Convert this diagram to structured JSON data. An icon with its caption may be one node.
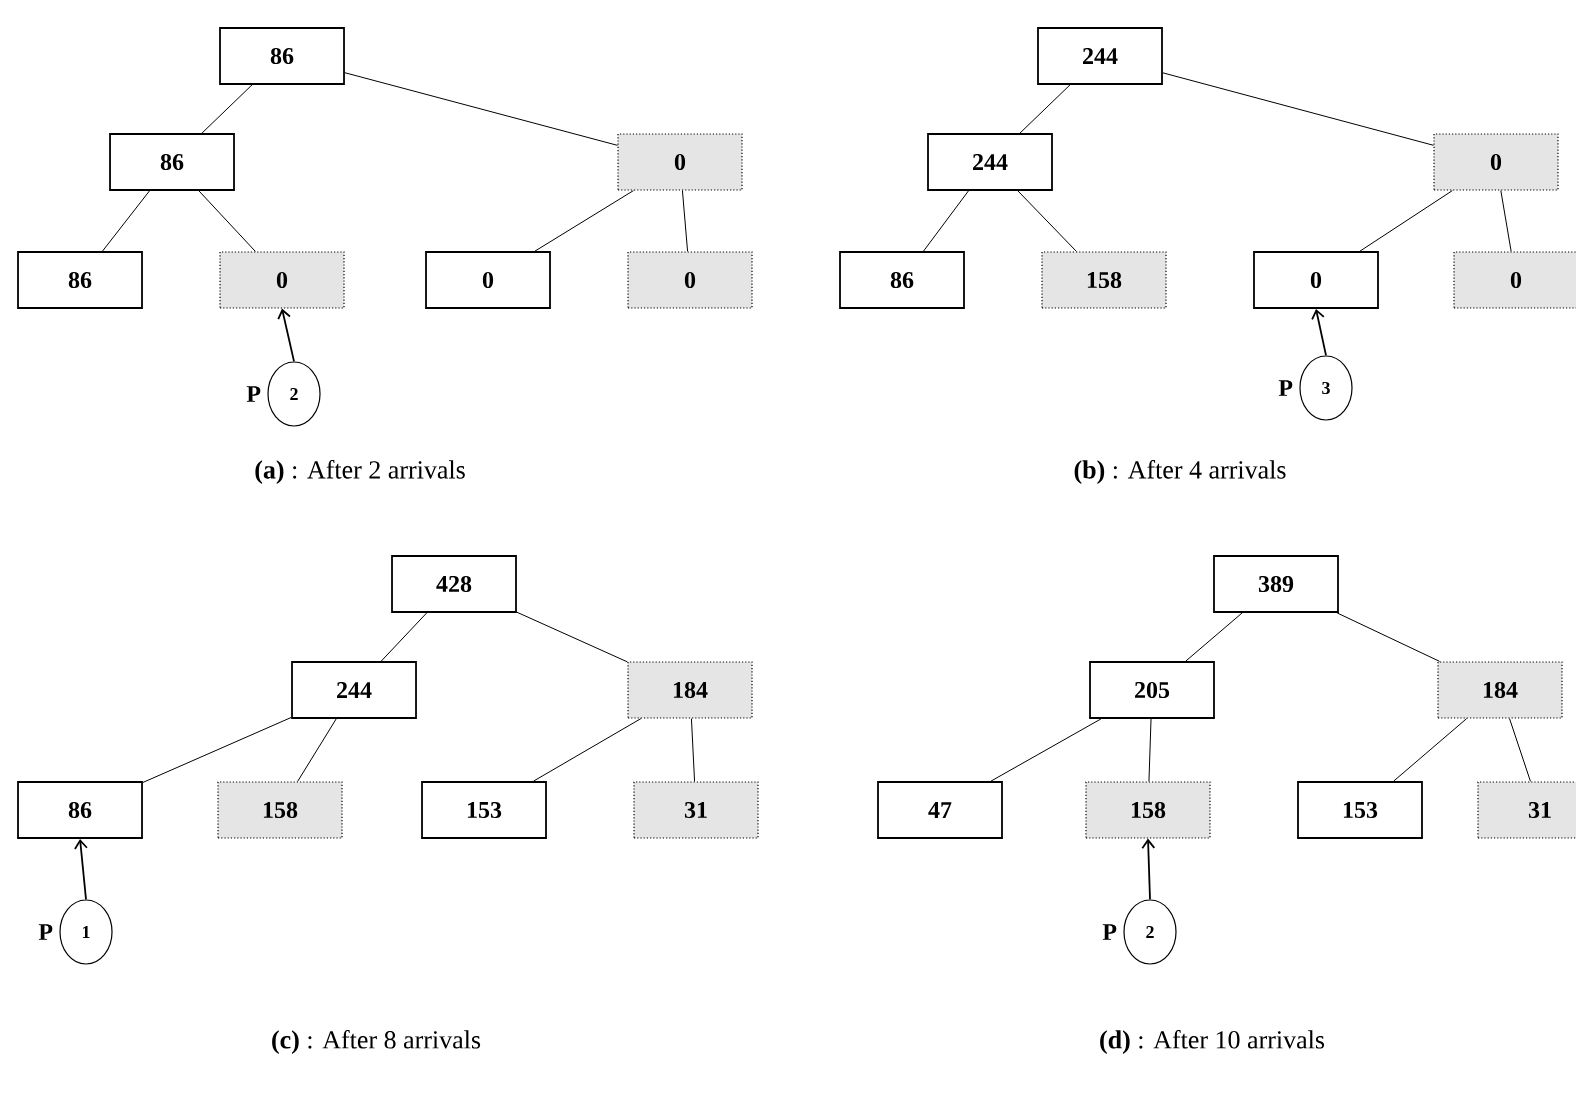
{
  "diagram": {
    "nodes": [
      {
        "text": [
          "86"
        ]
      },
      {
        "text": [
          "86"
        ]
      },
      {
        "text": [
          "0"
        ]
      },
      {
        "text": [
          "86"
        ]
      },
      {
        "text": [
          "0"
        ]
      },
      {
        "text": [
          "0"
        ]
      },
      {
        "text": [
          "0"
        ]
      },
      {
        "text": [
          "2"
        ],
        "beside": [
          "P"
        ]
      },
      {
        "text": [
          "244"
        ]
      },
      {
        "text": [
          "244"
        ]
      },
      {
        "text": [
          "0"
        ]
      },
      {
        "text": [
          "86"
        ]
      },
      {
        "text": [
          "158"
        ]
      },
      {
        "text": [
          "0"
        ]
      },
      {
        "text": [
          "0"
        ]
      },
      {
        "text": [
          "3"
        ],
        "beside": [
          "P"
        ]
      },
      {
        "text": [
          "428"
        ]
      },
      {
        "text": [
          "244"
        ]
      },
      {
        "text": [
          "184"
        ]
      },
      {
        "text": [
          "86"
        ]
      },
      {
        "text": [
          "158"
        ]
      },
      {
        "text": [
          "153"
        ]
      },
      {
        "text": [
          "31"
        ]
      },
      {
        "text": [
          "1"
        ],
        "beside": [
          "P"
        ]
      },
      {
        "text": [
          "389"
        ]
      },
      {
        "text": [
          "205"
        ]
      },
      {
        "text": [
          "184"
        ]
      },
      {
        "text": [
          "47"
        ]
      },
      {
        "text": [
          "158"
        ]
      },
      {
        "text": [
          "153"
        ]
      },
      {
        "text": [
          "31"
        ]
      },
      {
        "text": [
          "2"
        ],
        "beside": [
          "P"
        ]
      }
    ],
    "edges": [
      {
        "from": 0,
        "to": 1,
        "arrow": "none"
      },
      {
        "from": 0,
        "to": 2,
        "arrow": "none"
      },
      {
        "from": 1,
        "to": 3,
        "arrow": "none"
      },
      {
        "from": 1,
        "to": 4,
        "arrow": "none"
      },
      {
        "from": 2,
        "to": 5,
        "arrow": "none"
      },
      {
        "from": 2,
        "to": 6,
        "arrow": "none"
      },
      {
        "from": 7,
        "to": 4,
        "arrow": "to"
      },
      {
        "from": 8,
        "to": 9,
        "arrow": "none"
      },
      {
        "from": 8,
        "to": 10,
        "arrow": "none"
      },
      {
        "from": 9,
        "to": 11,
        "arrow": "none"
      },
      {
        "from": 9,
        "to": 12,
        "arrow": "none"
      },
      {
        "from": 10,
        "to": 13,
        "arrow": "none"
      },
      {
        "from": 10,
        "to": 14,
        "arrow": "none"
      },
      {
        "from": 15,
        "to": 13,
        "arrow": "to"
      },
      {
        "from": 16,
        "to": 17,
        "arrow": "none"
      },
      {
        "from": 16,
        "to": 18,
        "arrow": "none"
      },
      {
        "from": 17,
        "to": 19,
        "arrow": "none"
      },
      {
        "from": 17,
        "to": 20,
        "arrow": "none"
      },
      {
        "from": 18,
        "to": 21,
        "arrow": "none"
      },
      {
        "from": 18,
        "to": 22,
        "arrow": "none"
      },
      {
        "from": 23,
        "to": 19,
        "arrow": "to"
      },
      {
        "from": 24,
        "to": 25,
        "arrow": "none"
      },
      {
        "from": 24,
        "to": 26,
        "arrow": "none"
      },
      {
        "from": 25,
        "to": 27,
        "arrow": "none"
      },
      {
        "from": 25,
        "to": 28,
        "arrow": "none"
      },
      {
        "from": 26,
        "to": 29,
        "arrow": "none"
      },
      {
        "from": 26,
        "to": 30,
        "arrow": "none"
      },
      {
        "from": 31,
        "to": 28,
        "arrow": "to"
      }
    ],
    "labels": [
      "**(a)** : After 2 arrivals",
      "**(b)** : After 4 arrivals",
      "**(c)** : After 8 arrivals",
      "**(d)** : After 10 arrivals"
    ]
  }
}
